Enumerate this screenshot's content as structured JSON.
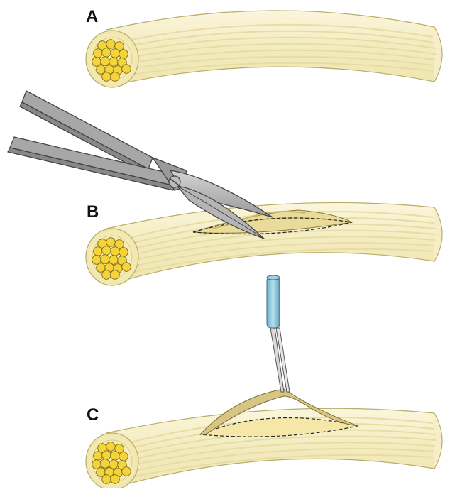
{
  "panels": [
    {
      "label": "A"
    },
    {
      "label": "B"
    },
    {
      "label": "C"
    }
  ],
  "colors": {
    "sheath_fill": "#f5efc6",
    "sheath_outline": "#b9ad6a",
    "fascicle_fill": "#f2ec9e",
    "fascicle_line": "#e8dfa8",
    "fiber_fill": "#f5d33b",
    "fiber_outline": "#7a6a10",
    "graft_fill": "#d8c98a",
    "scissors_fill": "#a9a9a9",
    "scissors_outline": "#444444",
    "forceps_handle": "#8cc4d8",
    "forceps_tip": "#cccccc",
    "dashed": "#222222"
  },
  "icons": [
    "nerve-cable",
    "scissors",
    "forceps"
  ]
}
